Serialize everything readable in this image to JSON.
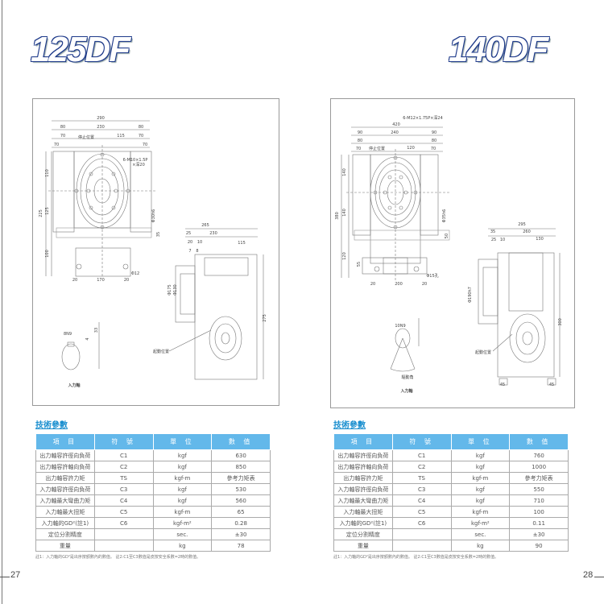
{
  "left": {
    "model": "125DF",
    "type": "凸緣型",
    "page_number": "27",
    "section_title": "技術參數",
    "labels": [
      "290",
      "80",
      "230",
      "80",
      "70",
      "115",
      "70",
      "70",
      "70",
      "停止位置",
      "6-M10×1.5P",
      "×深20",
      "110",
      "225",
      "125",
      "100",
      "Φ30h6",
      "35",
      "Φ12",
      "20",
      "170",
      "20",
      "265",
      "25",
      "230",
      "20",
      "10",
      "115",
      "7",
      "8",
      "Φ175",
      "Φ130",
      "275",
      "起動位置",
      "8N9",
      "4",
      "33",
      "入力軸"
    ],
    "table": {
      "headers": [
        "項 目",
        "符 號",
        "單 位",
        "數 值"
      ],
      "rows": [
        [
          "出力軸容許徑向負荷",
          "C1",
          "kgf",
          "630"
        ],
        [
          "出力軸容許軸向負荷",
          "C2",
          "kgf",
          "850"
        ],
        [
          "出力軸容許力矩",
          "TS",
          "kgf-m",
          "參考力矩表"
        ],
        [
          "入力軸容許徑向負荷",
          "C3",
          "kgf",
          "530"
        ],
        [
          "入力軸最大彎曲力矩",
          "C4",
          "kgf",
          "560"
        ],
        [
          "入力軸最大扭矩",
          "C5",
          "kgf-m",
          "65"
        ],
        [
          "入力軸的GD²(註1)",
          "C6",
          "kgf-m²",
          "0.28"
        ],
        [
          "定位分割精度",
          "",
          "sec.",
          "±30"
        ],
        [
          "重量",
          "",
          "kg",
          "78"
        ]
      ]
    },
    "note": "註1：入力軸的GD²是出序按額數內的數值。 註2:C1至C3數值是皮按安全系數=2時的數值。"
  },
  "right": {
    "model": "140DF",
    "type": "凸緣型",
    "page_number": "28",
    "section_title": "技術參數",
    "labels": [
      "420",
      "6-M12×1.75P×深24",
      "90",
      "240",
      "90",
      "80",
      "120",
      "80",
      "70",
      "70",
      "停止位置",
      "380",
      "140",
      "140",
      "120",
      "55",
      "Φ35h6",
      "50",
      "Φ15孔",
      "20",
      "200",
      "20",
      "295",
      "35",
      "260",
      "25",
      "10",
      "130",
      "Φ190h7",
      "起動位置",
      "300",
      "45",
      "45",
      "10N9",
      "驅動角",
      "入力軸"
    ],
    "table": {
      "headers": [
        "項 目",
        "符 號",
        "單 位",
        "數 值"
      ],
      "rows": [
        [
          "出力軸容許徑向負荷",
          "C1",
          "kgf",
          "760"
        ],
        [
          "出力軸容許軸向負荷",
          "C2",
          "kgf",
          "1000"
        ],
        [
          "出力軸容許力矩",
          "TS",
          "kgf-m",
          "參考力矩表"
        ],
        [
          "入力軸容許徑向負荷",
          "C3",
          "kgf",
          "550"
        ],
        [
          "入力軸最大彎曲力矩",
          "C4",
          "kgf",
          "710"
        ],
        [
          "入力軸最大扭矩",
          "C5",
          "kgf-m",
          "100"
        ],
        [
          "入力軸的GD²(註1)",
          "C6",
          "kgf-m²",
          "0.11"
        ],
        [
          "定位分割精度",
          "",
          "sec.",
          "±30"
        ],
        [
          "重量",
          "",
          "kg",
          "90"
        ]
      ]
    },
    "note": "註1：入力軸的GD²是出序按額數內的數值。 註2:C1至C3數值是皮按安全系數=2時的數值。"
  },
  "colors": {
    "title_band": "#1f3d94",
    "table_header": "#63b8ea",
    "section_title": "#1b8fcf"
  }
}
